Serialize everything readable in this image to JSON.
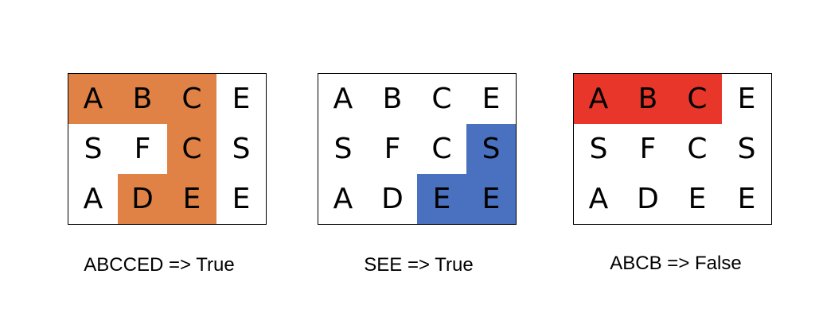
{
  "colors": {
    "path_orange": "#e08245",
    "path_blue": "#4a70c0",
    "path_red": "#e8372a",
    "border": "#000000",
    "background": "#ffffff"
  },
  "panels": [
    {
      "grid": [
        [
          "A",
          "B",
          "C",
          "E"
        ],
        [
          "S",
          "F",
          "C",
          "S"
        ],
        [
          "A",
          "D",
          "E",
          "E"
        ]
      ],
      "highlighted": [
        [
          0,
          0
        ],
        [
          0,
          1
        ],
        [
          0,
          2
        ],
        [
          1,
          2
        ],
        [
          2,
          1
        ],
        [
          2,
          2
        ]
      ],
      "highlight_color": "path_orange",
      "caption": "ABCCED => True"
    },
    {
      "grid": [
        [
          "A",
          "B",
          "C",
          "E"
        ],
        [
          "S",
          "F",
          "C",
          "S"
        ],
        [
          "A",
          "D",
          "E",
          "E"
        ]
      ],
      "highlighted": [
        [
          1,
          3
        ],
        [
          2,
          2
        ],
        [
          2,
          3
        ]
      ],
      "highlight_color": "path_blue",
      "caption": "SEE => True"
    },
    {
      "grid": [
        [
          "A",
          "B",
          "C",
          "E"
        ],
        [
          "S",
          "F",
          "C",
          "S"
        ],
        [
          "A",
          "D",
          "E",
          "E"
        ]
      ],
      "highlighted": [
        [
          0,
          0
        ],
        [
          0,
          1
        ],
        [
          0,
          2
        ]
      ],
      "highlight_color": "path_red",
      "caption": "ABCB => False"
    }
  ]
}
